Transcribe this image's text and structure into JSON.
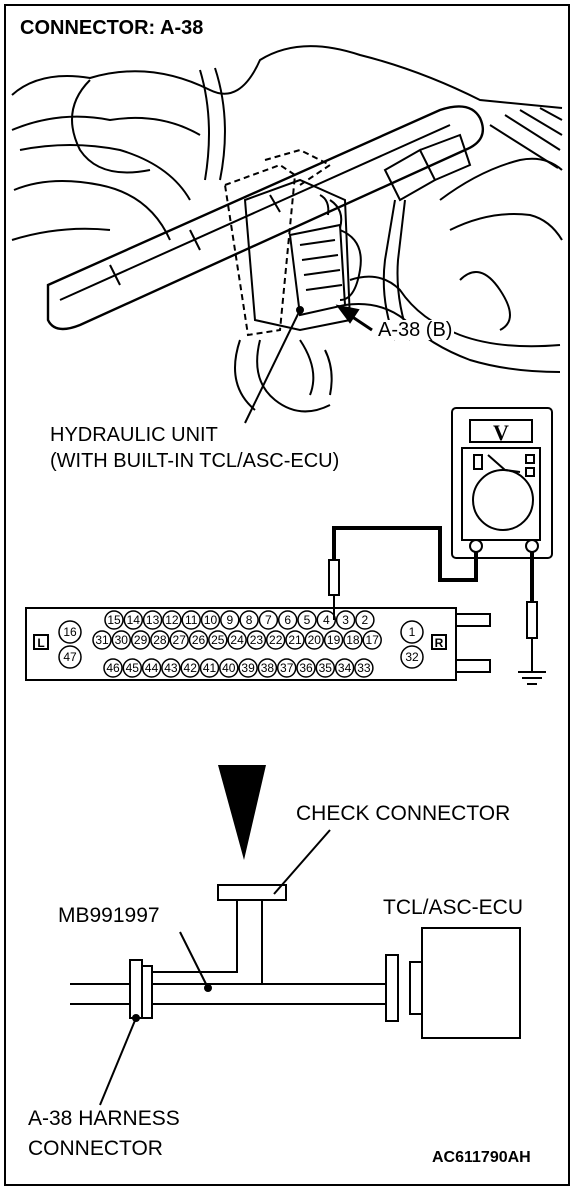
{
  "title": "CONNECTOR: A-38",
  "callouts": {
    "connector_tag": "A-38 (B)",
    "hydraulic_unit_line1": "HYDRAULIC UNIT",
    "hydraulic_unit_line2": "(WITH BUILT-IN TCL/ASC-ECU)",
    "check_connector": "CHECK CONNECTOR",
    "special_tool": "MB991997",
    "ecu": "TCL/ASC-ECU",
    "harness_line1": "A-38 HARNESS",
    "harness_line2": "CONNECTOR",
    "figure_code": "AC611790AH"
  },
  "meter": {
    "symbol": "V"
  },
  "connector_face": {
    "left_marker": "L",
    "right_marker": "R",
    "row1": [
      "15",
      "14",
      "13",
      "12",
      "11",
      "10",
      "9",
      "8",
      "7",
      "6",
      "5",
      "4",
      "3",
      "2"
    ],
    "row2": [
      "31",
      "30",
      "29",
      "28",
      "27",
      "26",
      "25",
      "24",
      "23",
      "22",
      "21",
      "20",
      "19",
      "18",
      "17"
    ],
    "row3": [
      "46",
      "45",
      "44",
      "43",
      "42",
      "41",
      "40",
      "39",
      "38",
      "37",
      "36",
      "35",
      "34",
      "33"
    ],
    "left_pins": [
      "16",
      "47"
    ],
    "right_pins": [
      "1",
      "32"
    ]
  }
}
